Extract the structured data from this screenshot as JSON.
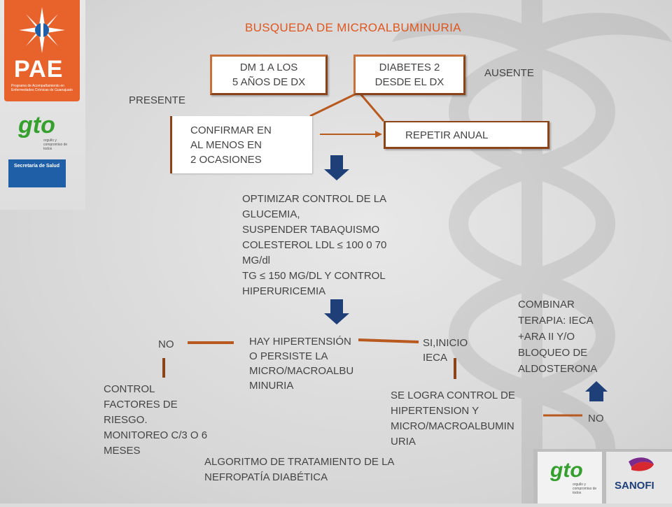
{
  "title": "BUSQUEDA DE MICROALBUMINURIA",
  "sidebar": {
    "pae": "PAE",
    "pae_sub": "Programa de Acompañamiento en Enfermedades Crónicas de Guanajuato",
    "gto": "gto",
    "gto_sub": "orgullo y compromiso de todos",
    "secretaria": "Secretaría de Salud"
  },
  "boxes": {
    "dm1": [
      "DM 1 A LOS",
      "5 AÑOS DE DX"
    ],
    "dm2": [
      "DIABETES 2",
      "DESDE EL DX"
    ],
    "confirmar": [
      "CONFIRMAR EN",
      "AL  MENOS EN",
      "2 OCASIONES"
    ],
    "repetir": "REPETIR ANUAL"
  },
  "labels": {
    "presente": "PRESENTE",
    "ausente": "AUSENTE",
    "optimizar": [
      "OPTIMIZAR CONTROL DE LA",
      "GLUCEMIA,",
      "SUSPENDER TABAQUISMO",
      "COLESTEROL LDL ≤ 100 0 70",
      "MG/dl",
      "TG ≤ 150 MG/DL Y CONTROL",
      "HIPERURICEMIA"
    ],
    "hipertension": [
      "HAY HIPERTENSIÓN",
      "O PERSISTE LA",
      "MICRO/MACROALBU",
      "MINURIA"
    ],
    "no_left": "NO",
    "si_inicio": [
      "SI,INICIO",
      "IECA"
    ],
    "control": [
      "CONTROL",
      "FACTORES DE",
      "RIESGO.",
      "MONITOREO C/3 O 6",
      "MESES"
    ],
    "se_logra": [
      "SE LOGRA CONTROL DE",
      "HIPERTENSION Y",
      "MICRO/MACROALBUMIN",
      "URIA"
    ],
    "no_right": "NO",
    "combinar": [
      "COMBINAR",
      "TERAPIA: IECA",
      "+ARA II Y/O",
      "BLOQUEO DE",
      "ALDOSTERONA"
    ],
    "footer": [
      "ALGORITMO DE TRATAMIENTO DE LA",
      "NEFROPATÍA DIABÉTICA"
    ]
  },
  "footer_logos": {
    "gto": "gto",
    "gto_sub": "orgullo y compromiso de todos",
    "sanofi": "SANOFI"
  },
  "colors": {
    "title": "#e0561f",
    "box_border": "#8a4418",
    "connector": "#b85a20",
    "arrow": "#1f3f78",
    "sidebar_accent": "#e8622c"
  }
}
